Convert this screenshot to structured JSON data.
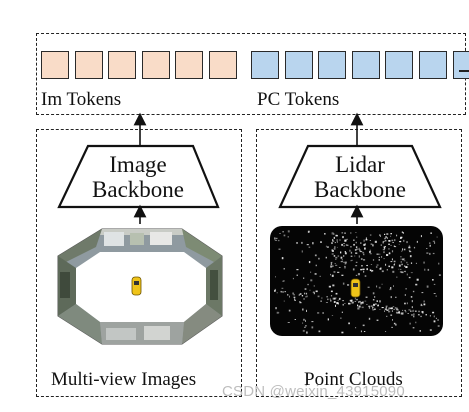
{
  "tokens": {
    "im_label": "Im Tokens",
    "pc_label": "PC Tokens",
    "im_count": 6,
    "pc_count": 7,
    "im_color": "#f9dcc8",
    "pc_color": "#b9d5ee"
  },
  "left_branch": {
    "backbone_line1": "Image",
    "backbone_line2": "Backbone",
    "caption": "Multi-view Images"
  },
  "right_branch": {
    "backbone_line1": "Lidar",
    "backbone_line2": "Backbone",
    "caption": "Point Clouds"
  },
  "watermark": "CSDN @weixin_43915090"
}
